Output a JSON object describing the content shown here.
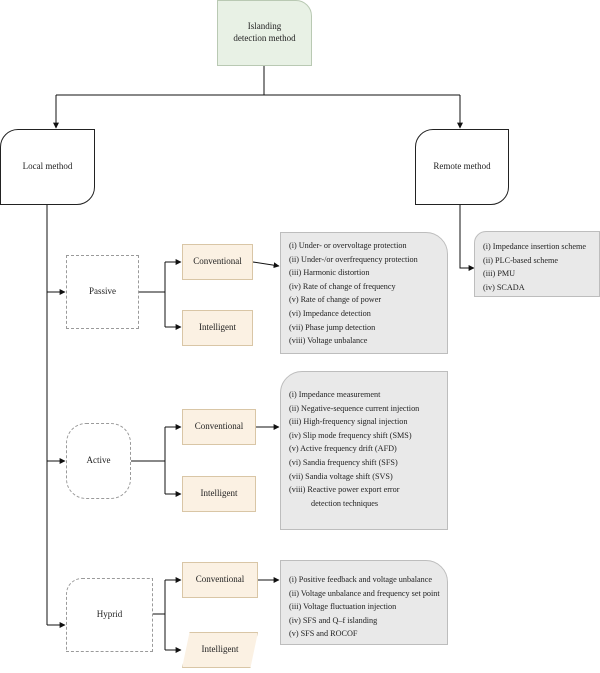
{
  "root": {
    "label_line1": "Islanding",
    "label_line2": "detection method"
  },
  "local": {
    "label": "Local method"
  },
  "remote": {
    "label": "Remote method",
    "items": [
      "(i) Impedance insertion scheme",
      "(ii) PLC-based scheme",
      "(iii) PMU",
      "(iv) SCADA"
    ]
  },
  "passive": {
    "label": "Passive",
    "conventional": "Conventional",
    "intelligent": "Intelligent",
    "items": [
      "(i) Under- or overvoltage protection",
      "(ii) Under-/or overfrequency protection",
      "(iii) Harmonic distortion",
      "(iv) Rate of change of frequency",
      "(v) Rate of change of power",
      "(vi) Impedance detection",
      "(vii) Phase jump detection",
      "(viii) Voltage unbalance"
    ]
  },
  "active": {
    "label": "Active",
    "conventional": "Conventional",
    "intelligent": "Intelligent",
    "items": [
      "(i) Impedance measurement",
      "(ii) Negative-sequence current injection",
      "(iii) High-frequency signal injection",
      "(iv) Slip mode frequency shift (SMS)",
      "(v) Active frequency drift (AFD)",
      "(vi) Sandia frequency shift (SFS)",
      "(vii) Sandia voltage shift (SVS)",
      "(viii) Reactive power export error",
      "detection techniques"
    ]
  },
  "hyprid": {
    "label": "Hyprid",
    "conventional": "Conventional",
    "intelligent": "Intelligent",
    "items": [
      "(i) Positive feedback and voltage unbalance",
      "(ii) Voltage unbalance and frequency set point",
      "(iii) Voltage fluctuation injection",
      "(iv) SFS and Q–f islanding",
      "(v) SFS and ROCOF"
    ]
  }
}
